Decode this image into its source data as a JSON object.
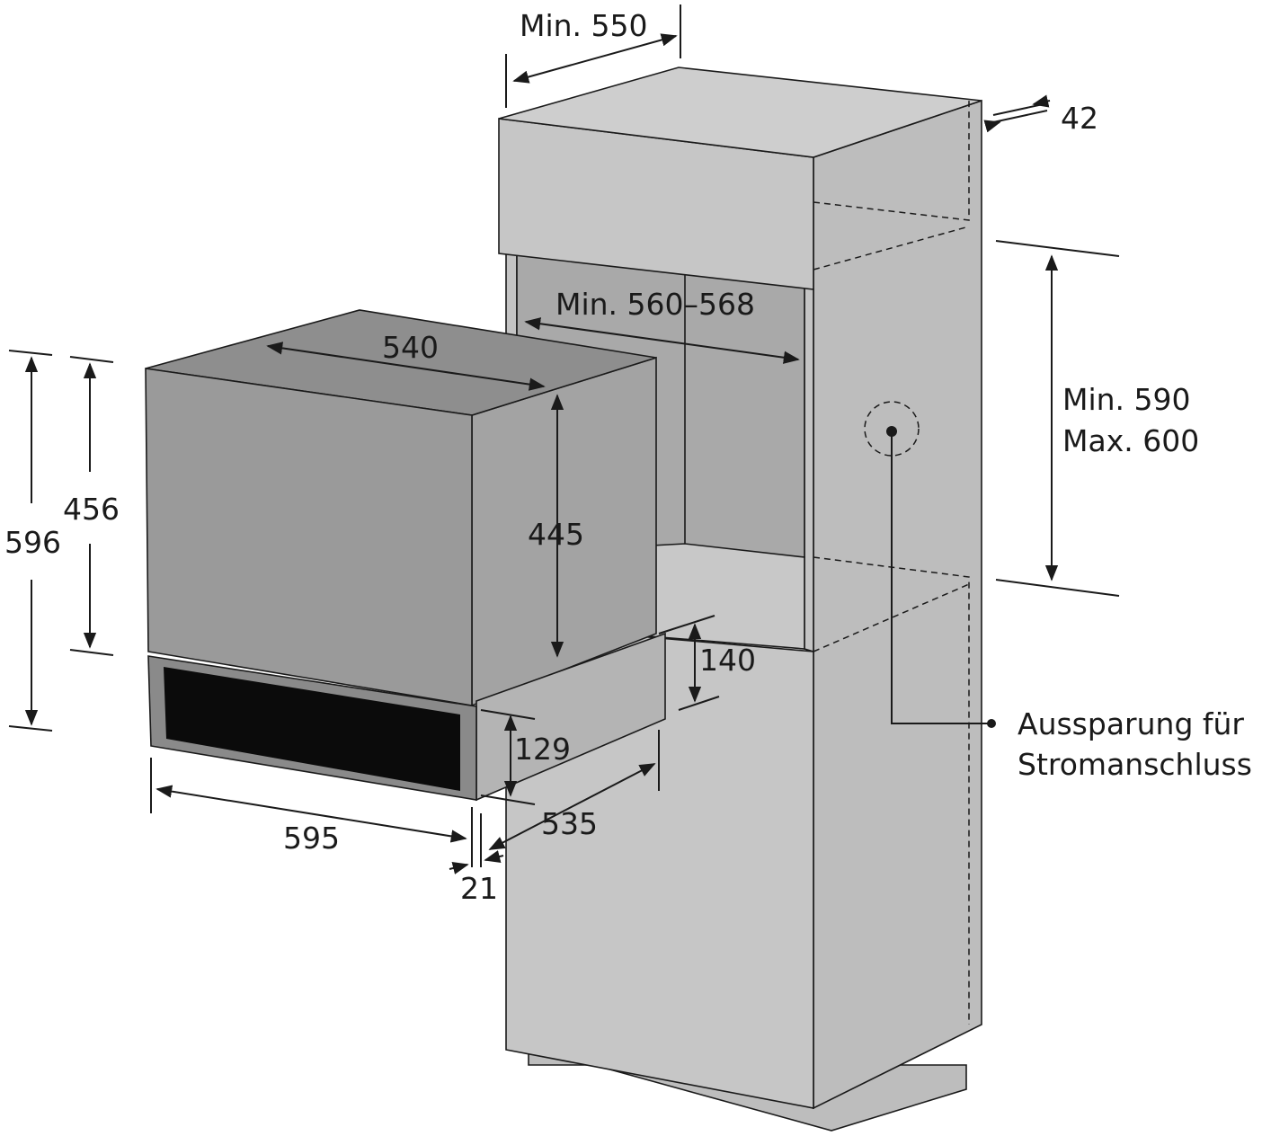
{
  "dimensions": {
    "cabinet_depth": "Min. 550",
    "panel_thickness": "42",
    "niche_width": "Min. 560–568",
    "niche_height_min": "Min. 590",
    "niche_height_max": "Max. 600",
    "oven_depth": "540",
    "oven_body_height": "445",
    "total_height": "596",
    "front_height": "456",
    "drawer_recess": "140",
    "drawer_height": "129",
    "front_width": "595",
    "body_depth": "535",
    "front_thickness": "21"
  },
  "callout": {
    "line1": "Aussparung für",
    "line2": "Stromanschluss"
  },
  "colors": {
    "cabinet_face": "#c6c6c6",
    "cabinet_side": "#bdbdbd",
    "cabinet_top": "#cecece",
    "niche_back": "#a9a9a9",
    "oven_front": "#9a9a9a",
    "oven_side": "#a3a3a3",
    "oven_top": "#8e8e8e",
    "drawer_glass": "#0b0b0b",
    "line": "#1a1a1a"
  }
}
